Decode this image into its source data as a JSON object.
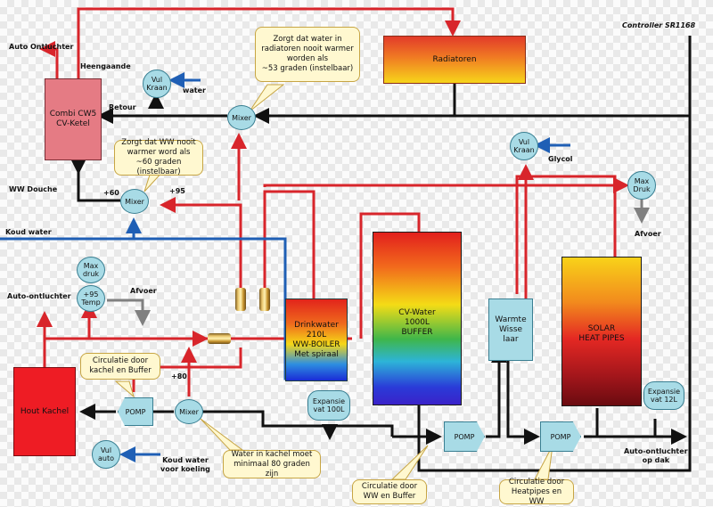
{
  "controller": "Controller SR1168",
  "boxes": {
    "radiatoren": "Radiatoren",
    "combi": "Combi CW5\nCV-Ketel",
    "drinkwater": "Drinkwater\n210L\nWW-BOILER\nMet spiraal",
    "cvwater": "CV-Water\n1000L\nBUFFER",
    "warmtewisselaar": "Warmte\nWisse\nlaar",
    "solar": "SOLAR\nHEAT PIPES",
    "houtkachel": "Hout Kachel"
  },
  "circles": {
    "vulkraan_top": "Vul\nKraan",
    "mixer_top": "Mixer",
    "mixer_mid": "Mixer",
    "mixer_bottom": "Mixer",
    "vulkraan_right": "Vul\nKraan",
    "maxdruk_right": "Max\nDruk",
    "maxdruk_left": "Max\ndruk",
    "temp": "+95\nTemp",
    "vulauto": "Vul\nauto",
    "expansie100": "Expansie\nvat 100L",
    "expansie12": "Expansie\nvat 12L"
  },
  "pumps": {
    "pomp_left": "POMP",
    "pomp_mid": "POMP",
    "pomp_right": "POMP"
  },
  "callouts": {
    "radiatoren_note": "Zorgt dat water in\nradiatoren nooit warmer\nworden als\n~53 graden (instelbaar)",
    "ww_note": "Zorgt dat WW nooit\nwarmer word als\n~60 graden (instelbaar)",
    "circulatie_kachel": "Circulatie door\nkachel en Buffer",
    "water_kachel": "Water in kachel moet\nminimaal 80 graden zijn",
    "circulatie_ww": "Circulatie door\nWW en Buffer",
    "circulatie_heatpipes": "Circulatie door\nHeatpipes en WW"
  },
  "labels": {
    "auto_ontluchter_top": "Auto Ontluchter",
    "heengaande": "Heengaande",
    "retour": "Retour",
    "water": "water",
    "ww_douche": "WW Douche",
    "plus60_top": "+60",
    "plus95": "+95",
    "koud_water": "Koud water",
    "glycol": "Glycol",
    "afvoer_right": "Afvoer",
    "auto_ontluchter_left": "Auto-ontluchter",
    "afvoer_left": "Afvoer",
    "plus80": "+80",
    "koud_water_koeling": "Koud water\nvoor koeling",
    "auto_ontluchter_dak": "Auto-ontluchter\nop dak"
  },
  "colors": {
    "hot_pipe": "#d8252b",
    "cold_pipe": "#1f5fb5",
    "return_pipe": "#111111",
    "drain_pipe": "#808080",
    "component_fill": "#a8dbe6"
  }
}
